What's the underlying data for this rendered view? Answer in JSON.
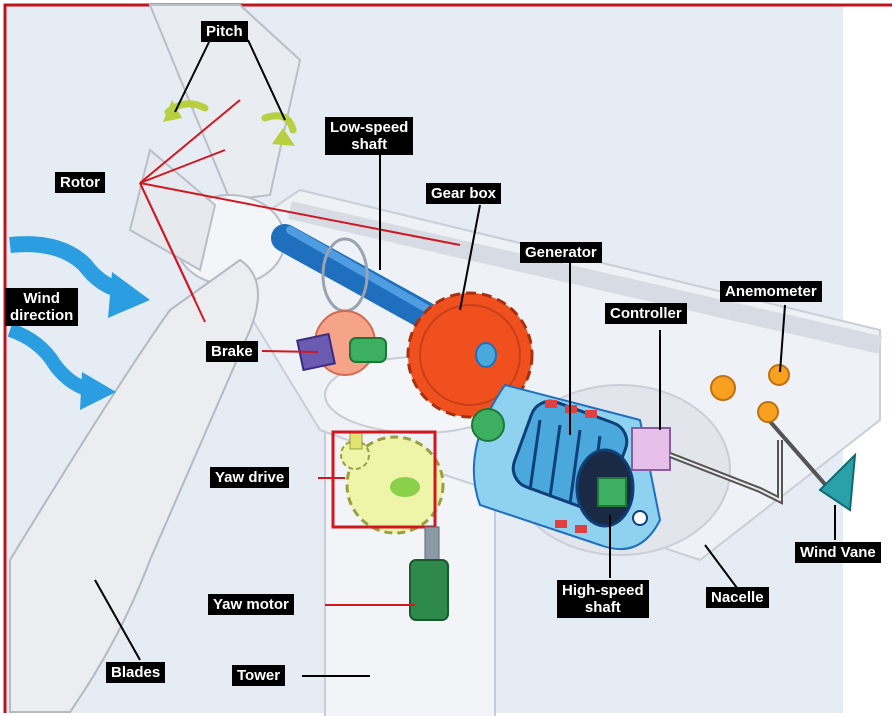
{
  "labels": {
    "pitch": "Pitch",
    "rotor": "Rotor",
    "low_speed_shaft": "Low-speed\nshaft",
    "gear_box": "Gear box",
    "generator": "Generator",
    "controller": "Controller",
    "anemometer": "Anemometer",
    "wind_direction": "Wind\ndirection",
    "brake": "Brake",
    "yaw_drive": "Yaw drive",
    "wind_vane": "Wind Vane",
    "yaw_motor": "Yaw motor",
    "high_speed_shaft": "High-speed\nshaft",
    "nacelle": "Nacelle",
    "blades": "Blades",
    "tower": "Tower"
  },
  "colors": {
    "frame": "#c0141c",
    "sky": "#e6ecf4",
    "gear": "#f0501e",
    "generator": "#4aa8dc",
    "wind_arrow": "#2a9ee0",
    "leader_red": "#d01820"
  }
}
